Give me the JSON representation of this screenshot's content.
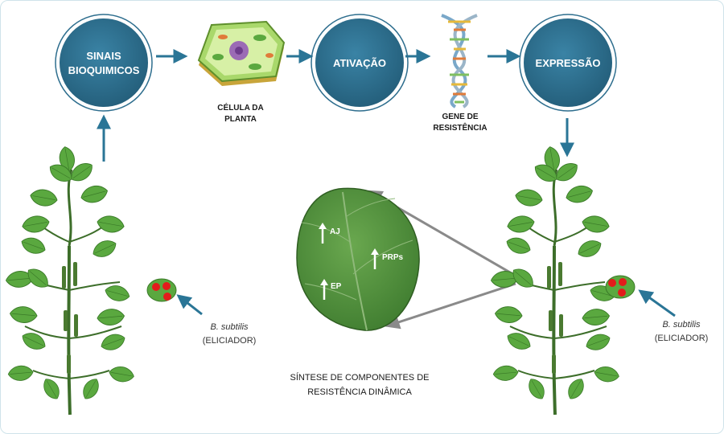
{
  "nodes": {
    "sinais": {
      "line1": "SINAIS",
      "line2": "BIOQUIMICOS"
    },
    "ativacao": {
      "label": "ATIVAÇÃO"
    },
    "expressao": {
      "label": "EXPRESSÃO"
    }
  },
  "captions": {
    "celula": {
      "line1": "CÉLULA DA",
      "line2": "PLANTA"
    },
    "gene": {
      "line1": "GENE DE",
      "line2": "RESISTÊNCIA"
    }
  },
  "leaf": {
    "aj": "AJ",
    "prps": "PRPs",
    "ep": "EP"
  },
  "eliciadores": [
    {
      "species": "B. subtilis",
      "role": "(ELICIADOR)"
    },
    {
      "species": "B. subtilis",
      "role": "(ELICIADOR)"
    }
  ],
  "synthesis": {
    "line1": "SÍNTESE DE COMPONENTES DE",
    "line2": "RESISTÊNCIA DINÂMICA"
  },
  "colors": {
    "accent": "#2a7596",
    "circle": "#2e6e8e",
    "leaf": "#4a8a3c",
    "fruit": "#e31b1b",
    "arrow_gray": "#8a8a8a"
  }
}
